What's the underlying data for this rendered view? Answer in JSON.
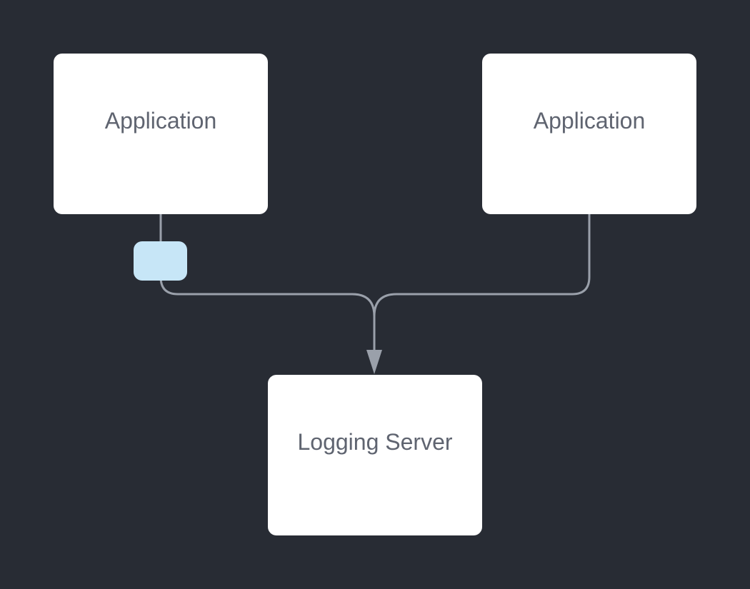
{
  "diagram": {
    "nodes": {
      "app_left": {
        "label": "Application"
      },
      "app_right": {
        "label": "Application"
      },
      "logging_server": {
        "label": "Logging Server"
      }
    },
    "edges": [
      {
        "from": "app_left",
        "to": "logging_server",
        "arrow": "end"
      },
      {
        "from": "app_right",
        "to": "logging_server",
        "arrow": "end"
      }
    ],
    "colors": {
      "background": "#282c34",
      "node_fill": "#ffffff",
      "node_text": "#5f6470",
      "edge": "#9aa0aa",
      "connector_chip": "#c7e6f7"
    }
  }
}
